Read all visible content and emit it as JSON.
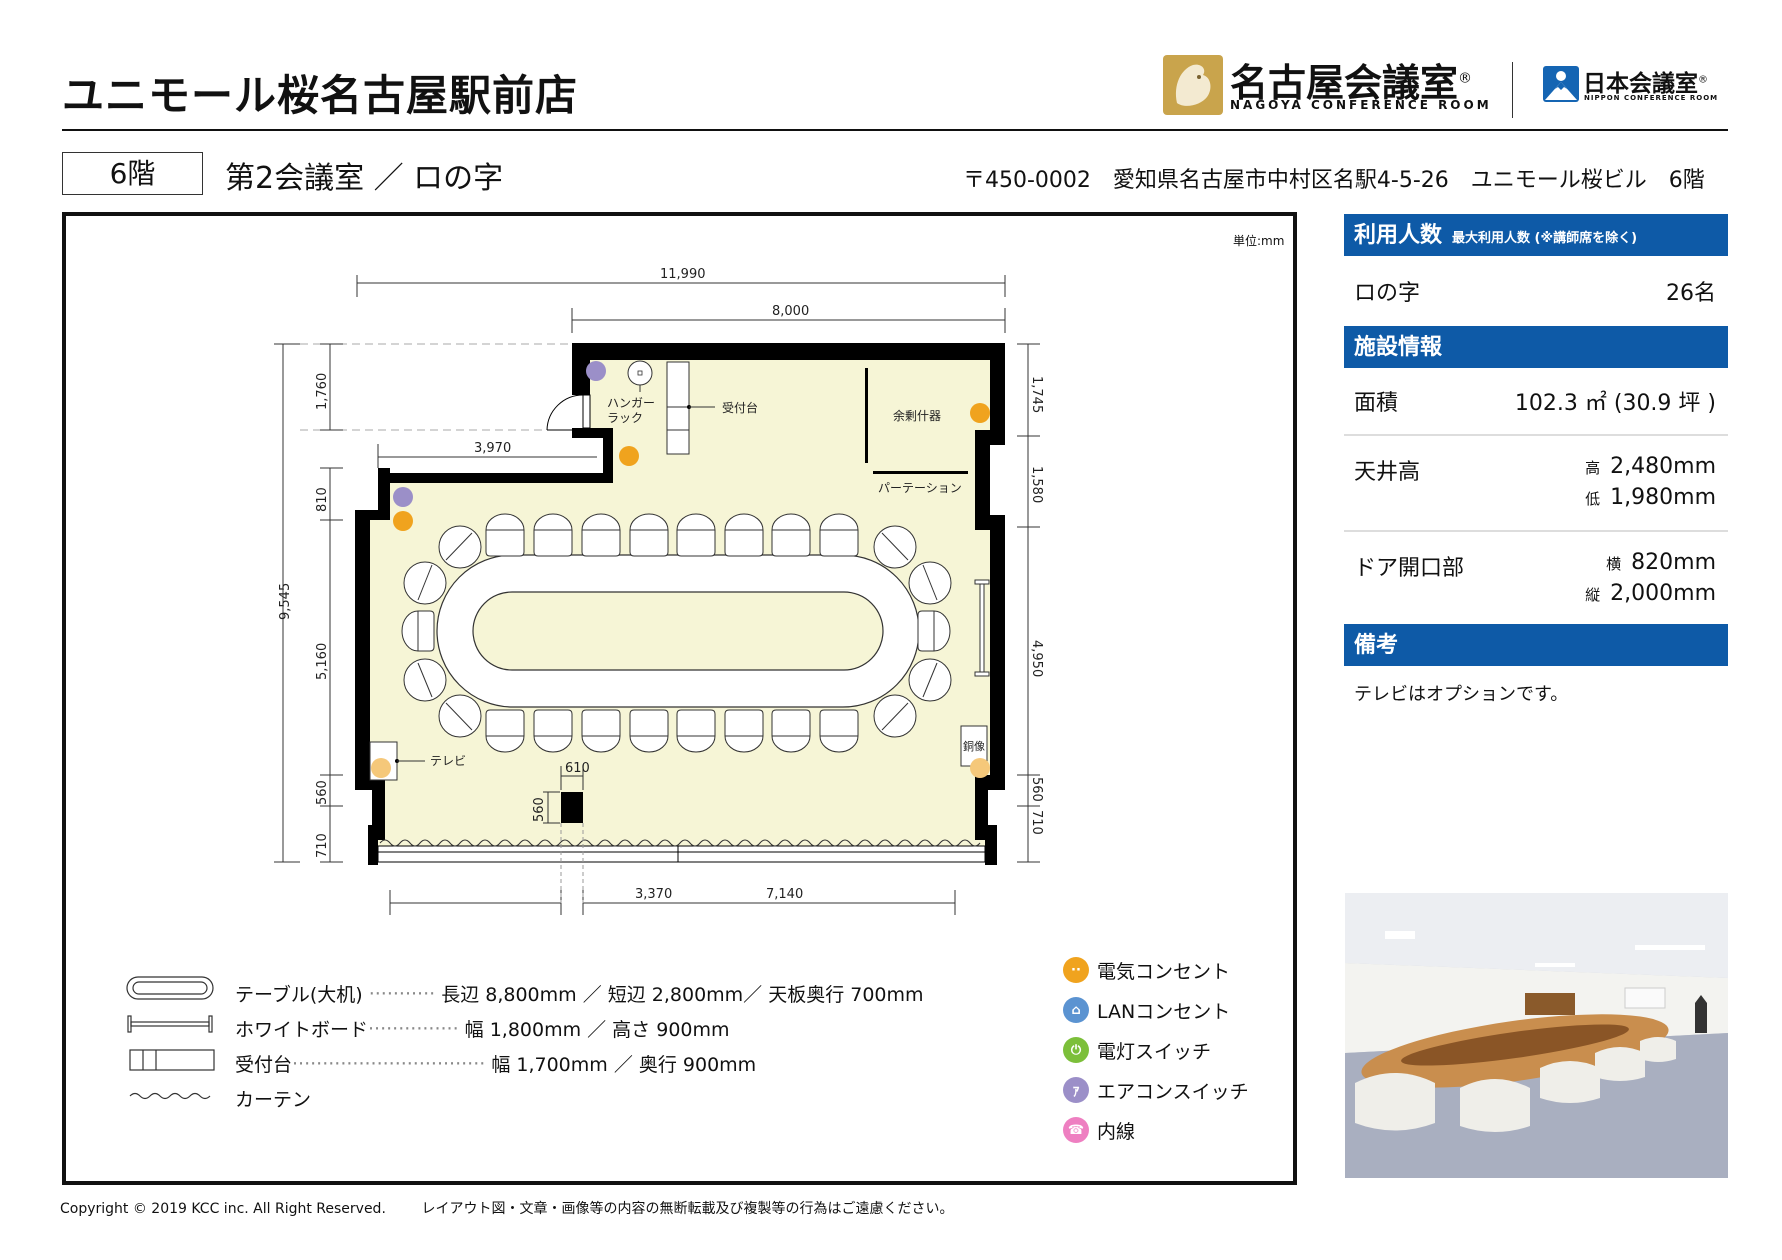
{
  "header": {
    "title": "ユニモール桜名古屋駅前店",
    "brand1": {
      "jp": "名古屋会議室",
      "reg": "®",
      "en": "NAGOYA CONFERENCE ROOM",
      "color": "#c9a44c"
    },
    "brand2": {
      "jp": "日本会議室",
      "reg": "®",
      "en": "NIPPON CONFERENCE ROOM",
      "color": "#1565b3"
    }
  },
  "subheader": {
    "floor": "6階",
    "room": "第2会議室 ／ ロの字",
    "address": "〒450-0002　愛知県名古屋市中村区名駅4-5-26　ユニモール桜ビル　6階"
  },
  "plan": {
    "unit": "単位:mm",
    "dims": {
      "top_total": "11,990",
      "top_room": "8,000",
      "corridor": "3,970",
      "left_total": "9,545",
      "left_1": "1,760",
      "left_2": "810",
      "left_3": "5,160",
      "left_4": "560",
      "left_5": "710",
      "right_1": "1,745",
      "right_2": "1,580",
      "right_3": "4,950",
      "right_4": "560",
      "right_5": "710",
      "bottom_left": "3,370",
      "bottom_right": "7,140",
      "column_w": "610",
      "column_h": "560"
    },
    "labels": {
      "hanger": "ハンガー",
      "rack": "ラック",
      "reception": "受付台",
      "surplus": "余剰什器",
      "partition": "パーテーション",
      "tv": "テレビ",
      "statue": "銅像"
    },
    "seats": 26,
    "colors": {
      "floor": "#f6f5d6",
      "wall": "#000000",
      "outlet": "#f0a31e",
      "aircon": "#9b8fc8"
    }
  },
  "legend": {
    "items": [
      {
        "name": "テーブル(大机)",
        "leader": " ··········· ",
        "spec": "長辺 8,800mm ／ 短辺 2,800mm／ 天板奥行 700mm"
      },
      {
        "name": "ホワイトボード",
        "leader": "··············· ",
        "spec": "幅 1,800mm ／ 高さ 900mm"
      },
      {
        "name": "受付台",
        "leader": "································ ",
        "spec": "幅 1,700mm ／ 奥行 900mm"
      },
      {
        "name": "カーテン",
        "leader": "",
        "spec": ""
      }
    ],
    "icons": [
      {
        "label": "電気コンセント",
        "icon": "power-outlet-icon",
        "color": "#f0a31e",
        "glyph": "··"
      },
      {
        "label": "LANコンセント",
        "icon": "lan-outlet-icon",
        "color": "#5b93d1",
        "glyph": "⌂"
      },
      {
        "label": "電灯スイッチ",
        "icon": "light-switch-icon",
        "color": "#7cbf3a",
        "glyph": "⏻"
      },
      {
        "label": "エアコンスイッチ",
        "icon": "aircon-switch-icon",
        "color": "#9b8fc8",
        "glyph": "ｱ"
      },
      {
        "label": "内線",
        "icon": "extension-phone-icon",
        "color": "#ee7fc1",
        "glyph": "☎"
      }
    ]
  },
  "panel": {
    "capacity": {
      "title": "利用人数",
      "subtitle": "最大利用人数 (※講師席を除く)",
      "layout": "ロの字",
      "count": "26名"
    },
    "facility": {
      "title": "施設情報",
      "area_label": "面積",
      "area_value": "102.3 ㎡ (30.9 坪 )",
      "ceiling_label": "天井高",
      "ceiling_high_k": "高",
      "ceiling_high": "2,480mm",
      "ceiling_low_k": "低",
      "ceiling_low": "1,980mm",
      "door_label": "ドア開口部",
      "door_w_k": "横",
      "door_w": "820mm",
      "door_h_k": "縦",
      "door_h": "2,000mm"
    },
    "notes": {
      "title": "備考",
      "text": "テレビはオプションです。"
    }
  },
  "footer": {
    "copyright": "Copyright © 2019 KCC inc. All Right Reserved.",
    "notice": "レイアウト図・文章・画像等の内容の無断転載及び複製等の行為はご遠慮ください。"
  }
}
